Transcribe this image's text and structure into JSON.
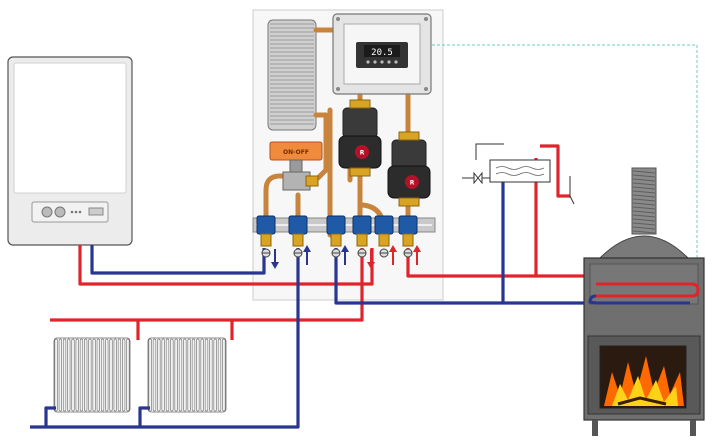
{
  "colors": {
    "supply": "#e0242c",
    "return": "#2a3590",
    "copper": "#c8843c",
    "copper_dark": "#8e5620",
    "panel": "#f4f4f4",
    "fitting": "#1f5aa6",
    "brass": "#d9a424",
    "pump_body": "#3a3a3a",
    "flame": "#ff6a00",
    "stove": "#6f6f6f"
  },
  "controller": {
    "display_text": "20.5"
  },
  "pumps": [
    {
      "badge": "R"
    },
    {
      "badge": "R"
    }
  ],
  "mixing_valve": {
    "label": "ON-OFF"
  },
  "icons": {
    "boiler": "wall-boiler-icon",
    "stove": "wood-stove-icon",
    "radiator": "radiator-icon",
    "expansion_tank": "expansion-tank-icon",
    "heat_exchanger": "plate-heat-exchanger-icon"
  }
}
